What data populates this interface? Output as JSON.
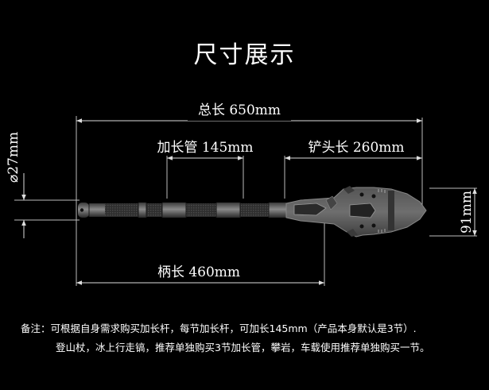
{
  "title": "尺寸展示",
  "dimensions": {
    "total_length": "总长 650mm",
    "extension_tube": "加长管 145mm",
    "shovel_head": "铲头长 260mm",
    "handle_length": "柄长 460mm",
    "diameter": "⌀27mm",
    "head_width": "91mm"
  },
  "notes": {
    "line1": "备注：可根据自身需求购买加长杆，每节加长杆，可加长145mm（产品本身默认是3节）.",
    "line2": "登山杖，冰上行走镐，推荐单独购买3节加长管，攀岩，车载使用推荐单独购买一节。"
  },
  "colors": {
    "background": "#000000",
    "text": "#ffffff",
    "line": "#c8c8c8",
    "metal": "#5a5a5a"
  }
}
